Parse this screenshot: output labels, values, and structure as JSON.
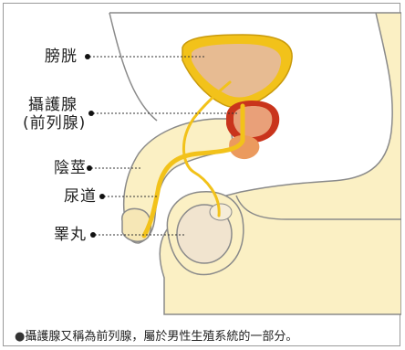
{
  "labels": {
    "bladder": "膀胱",
    "prostate_line1": "攝護腺",
    "prostate_line2": "(前列腺)",
    "penis": "陰莖",
    "urethra": "尿道",
    "testis": "睪丸"
  },
  "caption": {
    "bullet": "●",
    "text": "攝護腺又稱為前列腺，屬於男性生殖系統的一部分。"
  },
  "colors": {
    "body_fill": "#fbf0c4",
    "body_outline": "#8a8a8a",
    "bladder_outer": "#f2c21a",
    "bladder_inner": "#e7bb92",
    "prostate_outer": "#c9341c",
    "prostate_inner": "#e9a079",
    "urethra": "#f2c21a",
    "testis": "#f1e4cf"
  }
}
